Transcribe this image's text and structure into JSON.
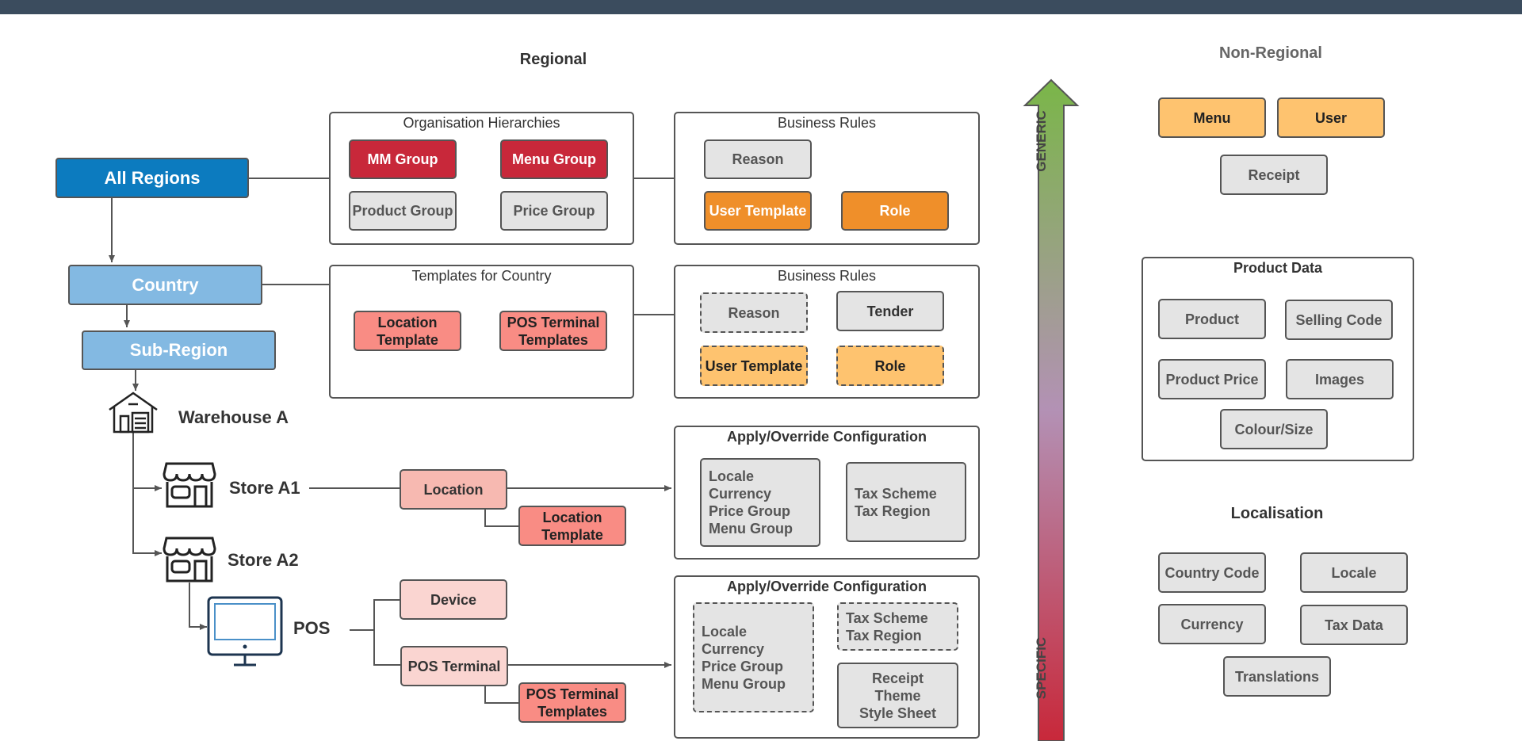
{
  "headings": {
    "regional": "Regional",
    "non_regional": "Non-Regional",
    "localisation": "Localisation"
  },
  "hierarchy": {
    "all_regions": "All Regions",
    "country": "Country",
    "sub_region": "Sub-Region",
    "warehouse": "Warehouse A",
    "store_a1": "Store A1",
    "store_a2": "Store A2",
    "pos": "POS"
  },
  "org_hierarchies": {
    "title": "Organisation Hierarchies",
    "items": [
      "MM Group",
      "Menu Group",
      "Product Group",
      "Price Group"
    ]
  },
  "business_rules_1": {
    "title": "Business Rules",
    "items": [
      "Reason",
      "User Template",
      "Role"
    ]
  },
  "templates_for_country": {
    "title": "Templates for Country",
    "items": [
      "Location\nTemplate",
      "POS Terminal\nTemplates"
    ]
  },
  "business_rules_2": {
    "title": "Business Rules",
    "items": [
      "Reason",
      "Tender",
      "User Template",
      "Role"
    ]
  },
  "store_flow": {
    "location": "Location",
    "location_template": "Location\nTemplate",
    "device": "Device",
    "pos_terminal": "POS Terminal",
    "pos_terminal_templates": "POS Terminal\nTemplates"
  },
  "apply_override_1": {
    "title": "Apply/Override Configuration",
    "left": "Locale\nCurrency\nPrice Group\nMenu Group",
    "right": "Tax Scheme\nTax Region"
  },
  "apply_override_2": {
    "title": "Apply/Override Configuration",
    "left": "Locale\nCurrency\nPrice Group\nMenu Group",
    "right_top": "Tax Scheme\nTax Region",
    "right_bottom": "Receipt\nTheme\nStyle Sheet"
  },
  "scale": {
    "generic": "GENERIC",
    "specific": "SPECIFIC"
  },
  "non_regional_items": {
    "menu": "Menu",
    "user": "User",
    "receipt": "Receipt"
  },
  "product_data": {
    "title": "Product Data",
    "items": [
      "Product",
      "Selling Code",
      "Product Price",
      "Images",
      "Colour/Size"
    ]
  },
  "localisation_items": [
    "Country Code",
    "Locale",
    "Currency",
    "Tax Data",
    "Translations"
  ],
  "colors": {
    "topbar": "#3b4c5e",
    "all_regions": "#0c7bbf",
    "country": "#83b9e2",
    "red": "#c8283a",
    "salmon": "#f98c84",
    "orange": "#ef8f2a",
    "peach": "#fec36f",
    "gray": "#e4e4e4",
    "gradient_top": "#7ab648",
    "gradient_mid": "#b391b5",
    "gradient_bottom": "#c8283a"
  }
}
